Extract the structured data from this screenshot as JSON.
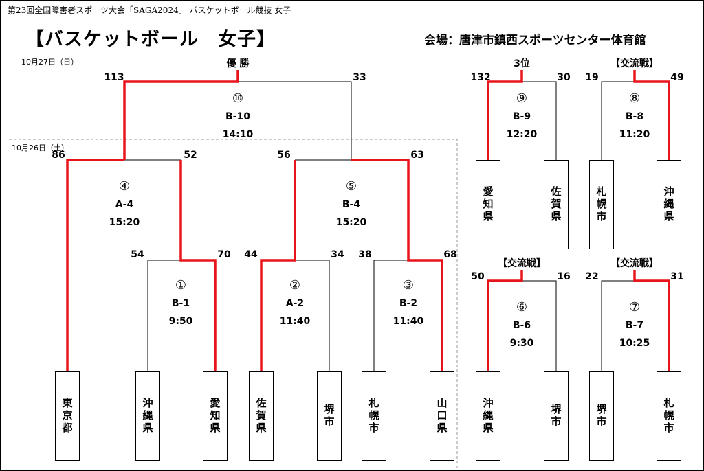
{
  "header": "第23回全国障害者スポーツ大会「SAGA2024」 バスケットボール競技 女子",
  "title": "【バスケットボール　女子】",
  "venue": "会場：唐津市鎮西スポーツセンター体育館",
  "dates": {
    "day2": "10月27日（日）",
    "day1": "10月26日（土）"
  },
  "labels": {
    "final": "優 勝",
    "third": "3位",
    "exchange": "【交流戦】"
  },
  "teams": {
    "t1": "東京都",
    "t2": "沖縄県",
    "t3": "愛知県",
    "t4": "佐賀県",
    "t5": "堺市",
    "t6": "札幌市",
    "t7": "山口県",
    "t8": "愛知県",
    "t9": "佐賀県",
    "t10": "札幌市",
    "t11": "沖縄県",
    "t12": "沖縄県",
    "t13": "堺市",
    "t14": "堺市",
    "t15": "札幌市"
  },
  "games": {
    "g1": {
      "num": "①",
      "code": "B-1",
      "time": "9:50",
      "left": "54",
      "right": "70"
    },
    "g2": {
      "num": "②",
      "code": "A-2",
      "time": "11:40",
      "left": "44",
      "right": "34"
    },
    "g3": {
      "num": "③",
      "code": "B-2",
      "time": "11:40",
      "left": "38",
      "right": "68"
    },
    "g4": {
      "num": "④",
      "code": "A-4",
      "time": "15:20",
      "left": "86",
      "right": "52"
    },
    "g5": {
      "num": "⑤",
      "code": "B-4",
      "time": "15:20",
      "left": "56",
      "right": "63"
    },
    "g6": {
      "num": "⑥",
      "code": "B-6",
      "time": "9:30",
      "left": "50",
      "right": "16"
    },
    "g7": {
      "num": "⑦",
      "code": "B-7",
      "time": "10:25",
      "left": "22",
      "right": "31"
    },
    "g8": {
      "num": "⑧",
      "code": "B-8",
      "time": "11:20",
      "left": "19",
      "right": "49"
    },
    "g9": {
      "num": "⑨",
      "code": "B-9",
      "time": "12:20",
      "left": "132",
      "right": "30"
    },
    "g10": {
      "num": "⑩",
      "code": "B-10",
      "time": "14:10",
      "left": "113",
      "right": "33"
    }
  },
  "colors": {
    "winner": "#e8141c",
    "line": "#000000",
    "divider": "#9a9a9a"
  }
}
